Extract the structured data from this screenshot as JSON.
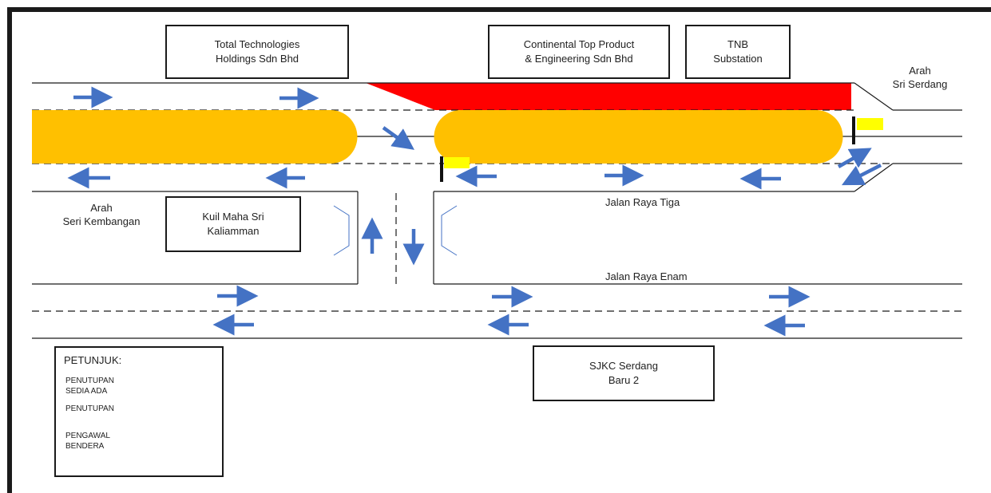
{
  "colors": {
    "existing_closure": "#FFC000",
    "closure": "#FF0000",
    "flag": "#FFFF00",
    "arrow": "#4472C4",
    "line": "#1a1a1a"
  },
  "buildings": {
    "total_tech": "Total Technologies\nHoldings Sdn Bhd",
    "continental": "Continental Top Product\n& Engineering Sdn Bhd",
    "tnb": "TNB\nSubstation",
    "kuil": "Kuil Maha Sri\nKaliamman",
    "sjkc": "SJKC Serdang\nBaru 2"
  },
  "directions": {
    "sri_serdang": "Arah\nSri Serdang",
    "seri_kembangan": "Arah\nSeri Kembangan"
  },
  "roads": {
    "raya_tiga": "Jalan Raya Tiga",
    "raya_enam": "Jalan Raya Enam"
  },
  "legend": {
    "title": "PETUNJUK:",
    "existing_closure": "PENUTUPAN\nSEDIA ADA",
    "closure": "PENUTUPAN",
    "flagman": "PENGAWAL\nBENDERA"
  },
  "icons": {
    "arrow": "arrow-icon",
    "flag": "flag-icon"
  }
}
